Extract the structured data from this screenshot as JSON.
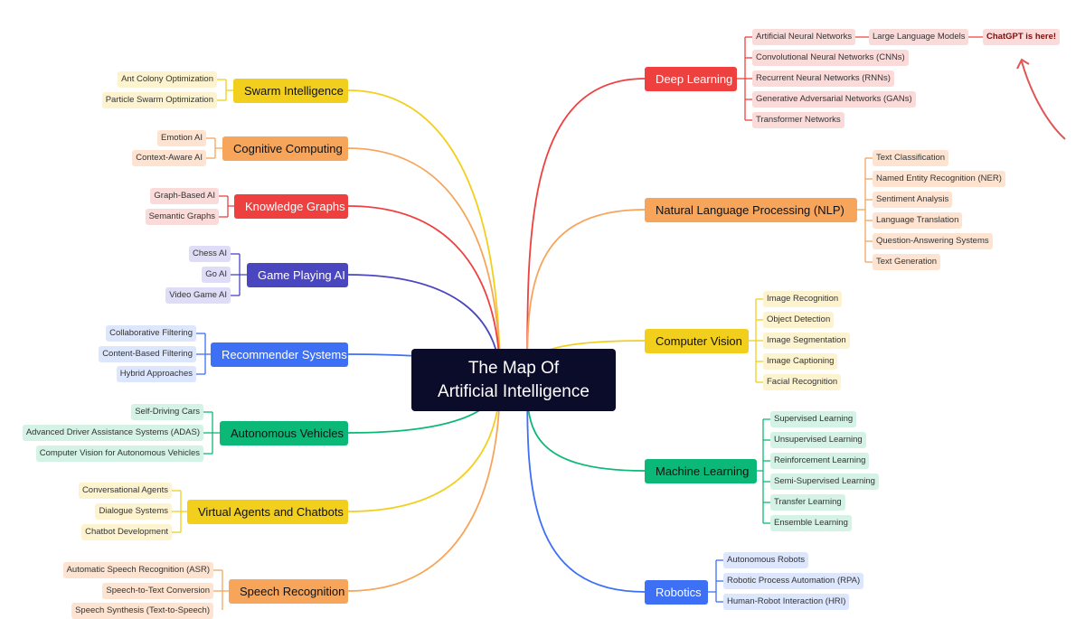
{
  "center_title": [
    "The Map Of",
    "Artificial Intelligence"
  ],
  "branches": [
    {
      "label": "Swarm Intelligence",
      "color": "#f2cf1d",
      "leaf_bg": "#fdf3cf",
      "leaves": [
        "Ant Colony Optimization",
        "Particle Swarm Optimization"
      ]
    },
    {
      "label": "Cognitive Computing",
      "color": "#f6a55a",
      "leaf_bg": "#fde3d0",
      "leaves": [
        "Emotion AI",
        "Context-Aware AI"
      ]
    },
    {
      "label": "Knowledge Graphs",
      "color": "#ef4040",
      "leaf_bg": "#fbdada",
      "leaves": [
        "Graph-Based AI",
        "Semantic Graphs"
      ]
    },
    {
      "label": "Game Playing AI",
      "color": "#4a46c0",
      "leaf_bg": "#dedcf6",
      "leaves": [
        "Chess AI",
        "Go AI",
        "Video Game AI"
      ]
    },
    {
      "label": "Recommender Systems",
      "color": "#3d70f5",
      "leaf_bg": "#dce6fd",
      "leaves": [
        "Collaborative Filtering",
        "Content-Based Filtering",
        "Hybrid Approaches"
      ]
    },
    {
      "label": "Autonomous Vehicles",
      "color": "#0cb877",
      "leaf_bg": "#d4f2e5",
      "leaves": [
        "Self-Driving Cars",
        "Advanced Driver Assistance Systems (ADAS)",
        "Computer Vision for Autonomous Vehicles"
      ]
    },
    {
      "label": "Virtual Agents and Chatbots",
      "color": "#f2cf1d",
      "leaf_bg": "#fdf3cf",
      "leaves": [
        "Conversational Agents",
        "Dialogue Systems",
        "Chatbot Development"
      ]
    },
    {
      "label": "Speech Recognition",
      "color": "#f6a55a",
      "leaf_bg": "#fde3d0",
      "leaves": [
        "Automatic Speech Recognition (ASR)",
        "Speech-to-Text Conversion",
        "Speech Synthesis (Text-to-Speech)"
      ]
    },
    {
      "label": "Deep Learning",
      "color": "#ef4040",
      "leaf_bg": "#fbdada",
      "leaves": [
        "Artificial Neural Networks",
        "Convolutional Neural Networks (CNNs)",
        "Recurrent Neural Networks (RNNs)",
        "Generative Adversarial Networks (GANs)",
        "Transformer Networks"
      ]
    },
    {
      "label": "Natural Language Processing (NLP)",
      "color": "#f6a55a",
      "leaf_bg": "#fde3d0",
      "leaves": [
        "Text Classification",
        "Named Entity Recognition (NER)",
        "Sentiment Analysis",
        "Language Translation",
        "Question-Answering Systems",
        "Text Generation"
      ]
    },
    {
      "label": "Computer Vision",
      "color": "#f2cf1d",
      "leaf_bg": "#fdf3cf",
      "leaves": [
        "Image Recognition",
        "Object Detection",
        "Image Segmentation",
        "Image Captioning",
        "Facial Recognition"
      ]
    },
    {
      "label": "Machine Learning",
      "color": "#0cb877",
      "leaf_bg": "#d4f2e5",
      "leaves": [
        "Supervised Learning",
        "Unsupervised Learning",
        "Reinforcement Learning",
        "Semi-Supervised Learning",
        "Transfer Learning",
        "Ensemble Learning"
      ]
    },
    {
      "label": "Robotics",
      "color": "#3d70f5",
      "leaf_bg": "#dce6fd",
      "leaves": [
        "Autonomous Robots",
        "Robotic Process Automation (RPA)",
        "Human-Robot Interaction (HRI)"
      ]
    }
  ],
  "extra_chain": [
    "Large Language Models",
    "ChatGPT is here!"
  ],
  "arrow_color": "#e05555"
}
